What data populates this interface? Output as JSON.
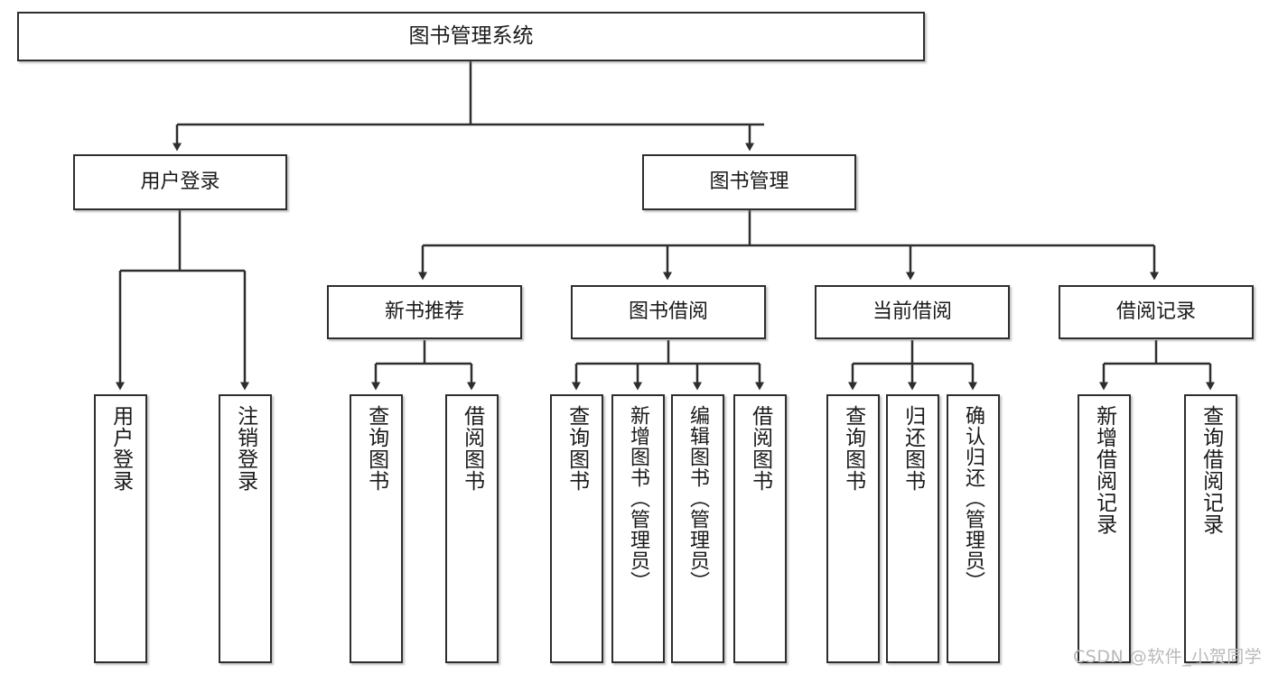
{
  "diagram": {
    "type": "tree-hierarchy",
    "title": "图书管理系统",
    "root": {
      "label": "图书管理系统"
    },
    "level1": [
      {
        "label": "用户登录"
      },
      {
        "label": "图书管理"
      }
    ],
    "level2": [
      {
        "label": "新书推荐"
      },
      {
        "label": "图书借阅"
      },
      {
        "label": "当前借阅"
      },
      {
        "label": "借阅记录"
      }
    ],
    "leaves": {
      "user_login": [
        {
          "label": "用户登录"
        },
        {
          "label": "注销登录"
        }
      ],
      "new_book_recommend": [
        {
          "label": "查询图书"
        },
        {
          "label": "借阅图书"
        }
      ],
      "book_borrow": [
        {
          "label": "查询图书"
        },
        {
          "label": "新增图书（管理员）"
        },
        {
          "label": "编辑图书（管理员）"
        },
        {
          "label": "借阅图书"
        }
      ],
      "current_borrow": [
        {
          "label": "查询图书"
        },
        {
          "label": "归还图书"
        },
        {
          "label": "确认归还（管理员）"
        }
      ],
      "borrow_record": [
        {
          "label": "新增借阅记录"
        },
        {
          "label": "查询借阅记录"
        }
      ]
    }
  },
  "watermark": {
    "text": "CSDN @软件_小贺同学"
  },
  "colors": {
    "border": "#2e2e2e",
    "background": "#ffffff",
    "text": "#1a1a1a",
    "watermark": "#b9b9b9"
  }
}
